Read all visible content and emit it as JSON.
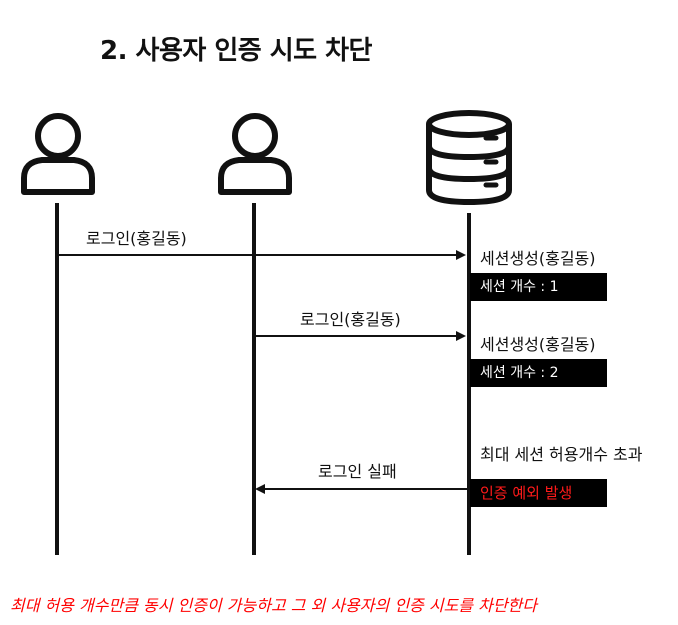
{
  "title": "2. 사용자 인증 시도 차단",
  "actors": [
    {
      "icon": "user-icon"
    },
    {
      "icon": "user-icon"
    },
    {
      "icon": "database-icon"
    }
  ],
  "messages": [
    {
      "label": "로그인(홍길동)",
      "direction": "right"
    },
    {
      "label": "로그인(홍길동)",
      "direction": "right"
    },
    {
      "label": "로그인 실패",
      "direction": "left"
    }
  ],
  "server_notes": [
    {
      "title": "세션생성(홍길동)",
      "box": "세션 개수 : 1"
    },
    {
      "title": "세션생성(홍길동)",
      "box": "세션 개수 : 2"
    },
    {
      "title": "최대 세션 허용개수 초과",
      "box": "인증 예외 발생",
      "box_color": "#ff1a1a"
    }
  ],
  "footer": "최대 허용 개수만큼 동시 인증이 가능하고 그 외 사용자의 인증 시도를 차단한다",
  "colors": {
    "line": "#111111",
    "box_bg": "#000000",
    "alert": "#ff0000"
  }
}
